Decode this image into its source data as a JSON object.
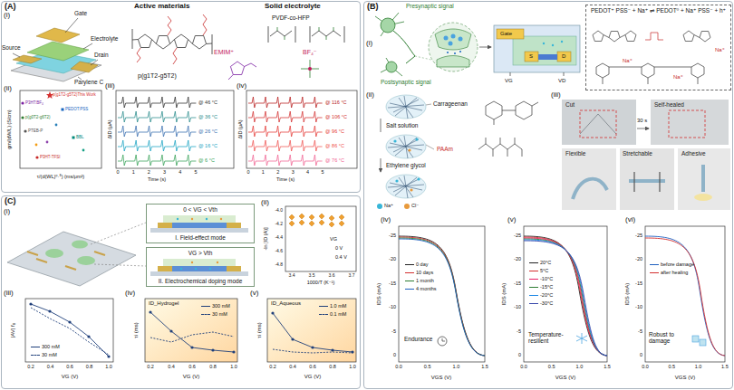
{
  "diagram": {
    "nodes": [
      {
        "text": [
          "(A)"
        ]
      },
      {
        "text": [
          "(B)"
        ]
      },
      {
        "text": [
          "(C)"
        ]
      },
      {
        "text": [
          "PEDOT⁺ PSS⁻ + Na⁺ ⇌ PEDOT⁰ + Na⁺ PSS⁻ + h⁺"
        ],
        "in": 1
      },
      {
        "text": [
          "0 < VG < Vth",
          "I. Field-effect mode"
        ],
        "in": 2
      },
      {
        "text": [
          "VG > Vth",
          "II. Electrochemical doping mode"
        ],
        "in": 2
      }
    ],
    "labels": [
      "(i)",
      "Active materials",
      "Solid electrolyte",
      "Gate",
      "Electrolyte",
      "Source",
      "Drain",
      "Parylene C",
      "p(g1T2-g5T2)",
      "PVDF-co-HFP",
      "EMIM⁺",
      "BF₄⁻",
      "(ii)",
      "gm/(dW/L) (S/cm)",
      "τ/(d(WL)⁰·⁵) (ms/μm²)",
      "p(g1T2-g5T2)This Work",
      "P3HT:BF₄",
      "PEDOT:PSS",
      "p(g0T2-g6T2)",
      "PTEB-P",
      "BBL",
      "P3HT-TFSI",
      "(iii)",
      "ΔID (μA)",
      "Time (s)",
      "@ 46 °C",
      "@ 36 °C",
      "@ 26 °C",
      "@ 16 °C",
      "@ 6 °C",
      "0",
      "1",
      "2",
      "3",
      "4",
      "5",
      "(iv)",
      "ΔID (μA)",
      "Time (s)",
      "@ 116 °C",
      "@ 106 °C",
      "@ 96 °C",
      "@ 86 °C",
      "@ 76 °C",
      "0",
      "1",
      "2",
      "3",
      "4",
      "5",
      "(i)",
      "Presynaptic signal",
      "Postsynaptic signal",
      "Gate",
      "S",
      "D",
      "VG",
      "VD",
      "Na⁺",
      "Na⁺",
      "Na⁺",
      "(ii)",
      "Salt solution",
      "Ethylene glycol",
      "Carrageenan",
      "PAAm",
      "(iii)",
      "Cut",
      "Self-healed",
      "30 s",
      "Flexible",
      "Stretchable",
      "Adhesive",
      "(iv)",
      "Endurance",
      "IDS (mA)",
      "-25",
      "-20",
      "-15",
      "-10",
      "-5",
      "0",
      "0.0",
      "0.5",
      "1.0",
      "1.5",
      "VGS (V)",
      "(v)",
      "Temperature-resilient",
      "IDS (mA)",
      "-25",
      "-20",
      "-15",
      "-10",
      "-5",
      "0",
      "0.0",
      "0.5",
      "1.0",
      "1.5",
      "VGS (V)",
      "(vi)",
      "Robust to damage",
      "IDS (mA)",
      "-25",
      "-20",
      "-15",
      "-10",
      "-5",
      "0",
      "0.0",
      "0.5",
      "1.0",
      "1.5",
      "VGS (V)",
      "(i)",
      "(ii)",
      "-ln [ID (A)]",
      "-4.0",
      "-4.2",
      "-4.4",
      "-4.6",
      "-4.8",
      "3.4",
      "3.5",
      "3.6",
      "3.7",
      "1000/T (K⁻¹)",
      "VG",
      "0 V",
      "0.4 V",
      "(iii)",
      "|AV| f₀",
      "0.2",
      "0.4",
      "0.6",
      "0.8",
      "1.0",
      "VG (V)",
      "(iv)",
      "ID_Hydrogel",
      "τi (ms)",
      "0.2",
      "0.4",
      "0.6",
      "0.8",
      "1.0",
      "VG (V)",
      "(v)",
      "ID_Aqueous",
      "τi (ms)",
      "0.2",
      "0.4",
      "0.6",
      "0.8",
      "1.0",
      "VG (V)"
    ],
    "legend": [
      {
        "text": "Na⁺",
        "color": "#38b6d8"
      },
      {
        "text": "Cl⁻",
        "color": "#e89a3c"
      },
      {
        "text": "0 day"
      },
      {
        "text": "10 days"
      },
      {
        "text": "1 month"
      },
      {
        "text": "4 months"
      },
      {
        "text": "20°C"
      },
      {
        "text": "5°C"
      },
      {
        "text": "-10°C"
      },
      {
        "text": "-15°C"
      },
      {
        "text": "-20°C"
      },
      {
        "text": "-30°C"
      },
      {
        "text": "before damage"
      },
      {
        "text": "after healing"
      },
      {
        "text": "300 mM"
      },
      {
        "text": "30 mM"
      },
      {
        "text": "300 mM"
      },
      {
        "text": "30 mM"
      },
      {
        "text": "1.0 mM"
      },
      {
        "text": "0.1 mM"
      }
    ]
  }
}
